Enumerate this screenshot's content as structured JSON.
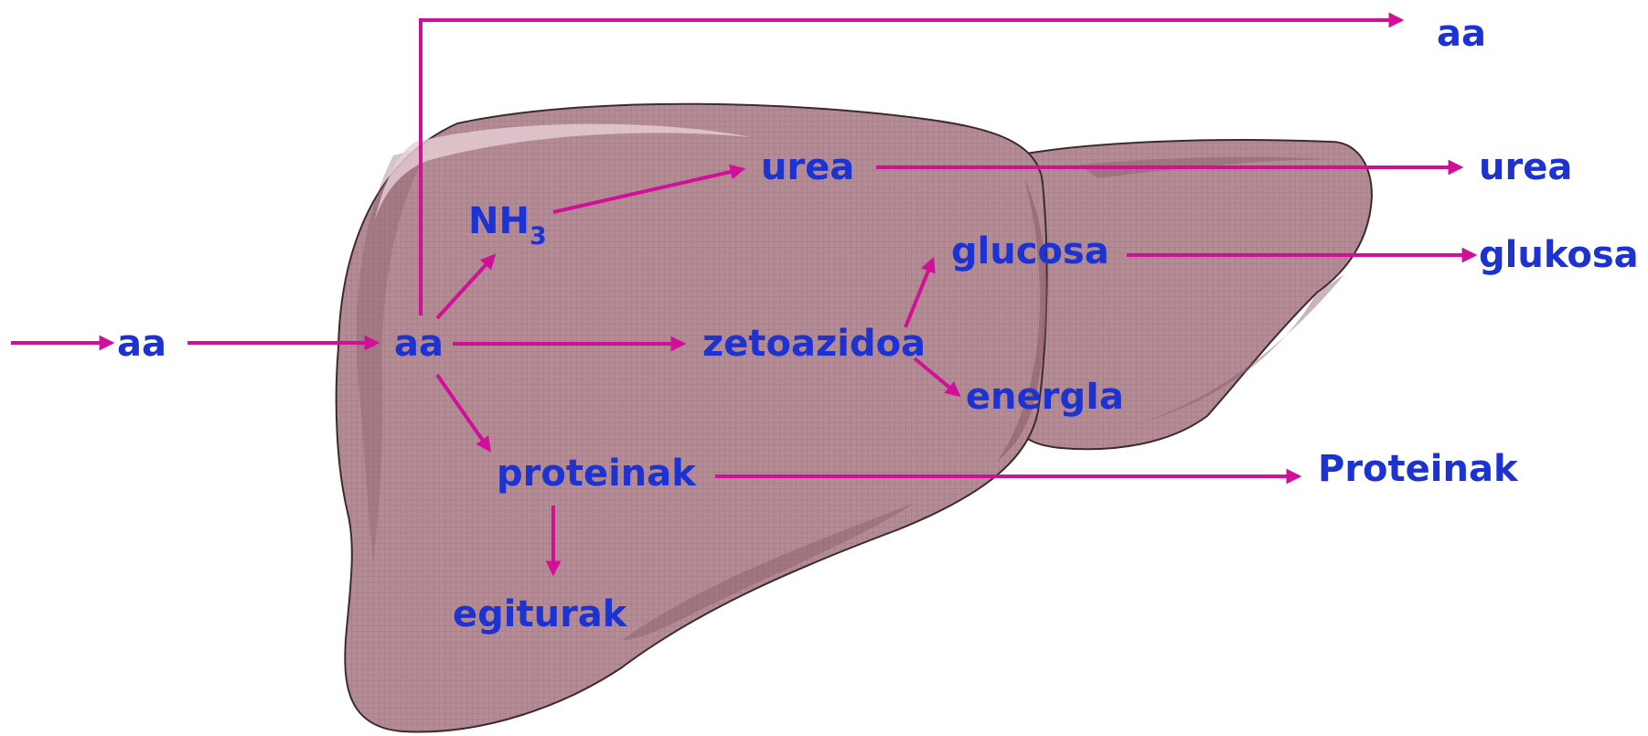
{
  "colors": {
    "arrow": "#d10f99",
    "text": "#1d33d1",
    "liver_fill": "#b58c96",
    "liver_outline": "#3a2a2e",
    "liver_shade": "#8a5a66",
    "liver_highlight": "#e7d0d6",
    "grid": "#6e4e56"
  },
  "labels": {
    "aa_left": "aa",
    "aa_center": "aa",
    "aa_top": "aa",
    "nh3_main": "NH",
    "nh3_sub": "3",
    "urea_inner": "urea",
    "urea_outer": "urea",
    "glucosa": "glucosa",
    "glukosa": "glukosa",
    "zetoazidoa": "zetoazidoa",
    "energia": "energIa",
    "proteinak_inner": "proteinak",
    "proteinak_outer": "Proteinak",
    "egiturak": "egiturak"
  }
}
